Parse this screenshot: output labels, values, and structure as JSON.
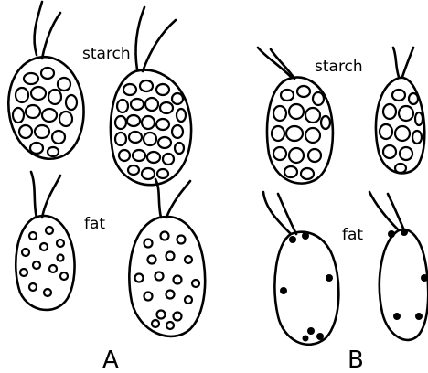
{
  "labels": {
    "starch_a": "starch",
    "fat_a": "fat",
    "starch_b": "starch",
    "fat_b": "fat",
    "panel_a": "A",
    "panel_b": "B"
  }
}
